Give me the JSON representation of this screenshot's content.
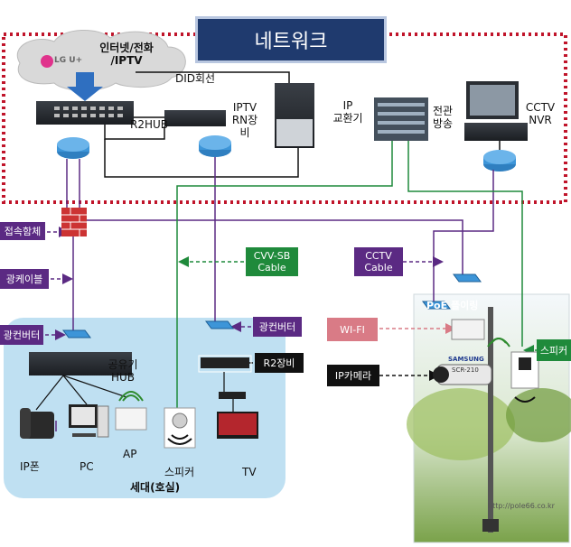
{
  "title": "네트워크",
  "cloud": {
    "brand": "LG U+",
    "text": "인터넷/전화\n/IPTV"
  },
  "labels": {
    "did": "DID회선",
    "r2hub": "R2HUB",
    "iptv_rn": "IPTV\nRN장\n비",
    "ip_exchange": "IP\n교환기",
    "broadcast": "전관\n방송",
    "cctv_nvr": "CCTV\nNVR",
    "sharer_hub": "공유기\nHUB",
    "ip_phone": "IP폰",
    "pc": "PC",
    "ap": "AP",
    "speaker_home": "스피커",
    "tv": "TV",
    "household": "세대(호실)",
    "pole_sign": "PoE 폴이링",
    "camera_model": "SCR-210",
    "samsung": "SAMSUNG",
    "watermark": "http://pole66.co.kr"
  },
  "tags": {
    "connector": "접속함체",
    "optical_cable": "광케이블",
    "media_converter_left": "광컨버터",
    "media_converter_mid": "광컨버터",
    "r2_device": "R2장비",
    "cvv_sb": "CVV-SB\nCable",
    "cctv_cable": "CCTV\nCable",
    "wifi": "WI-FI",
    "ip_camera": "IP카메라",
    "speaker_out": "스피커"
  },
  "colors": {
    "title_bg": "#1f3a6e",
    "dashed_border": "#c0142a",
    "purple": "#5b2a83",
    "green": "#1f8a3b",
    "household_bg": "#bfe0f2"
  }
}
